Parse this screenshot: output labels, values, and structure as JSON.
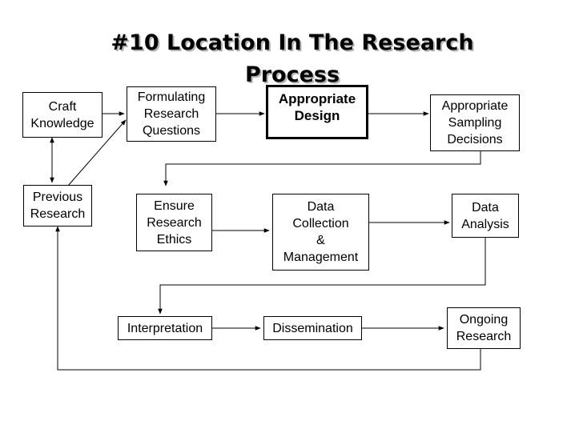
{
  "diagram": {
    "title": "#10 Location In The Research\nProcess",
    "nodes": {
      "craft": "Craft\nKnowledge",
      "formulating": "Formulating\nResearch\nQuestions",
      "design": "Appropriate\nDesign",
      "sampling": "Appropriate\nSampling\nDecisions",
      "previous": "Previous\nResearch",
      "ethics": "Ensure\nResearch\nEthics",
      "collection": "Data\nCollection\n&\nManagement",
      "analysis": "Data\nAnalysis",
      "interpretation": "Interpretation",
      "dissemination": "Dissemination",
      "ongoing": "Ongoing\nResearch"
    },
    "emphasis_node": "design",
    "colors": {
      "line": "#000000",
      "box_fill": "#ffffff",
      "title_shadow": "#b4b4b4"
    }
  }
}
